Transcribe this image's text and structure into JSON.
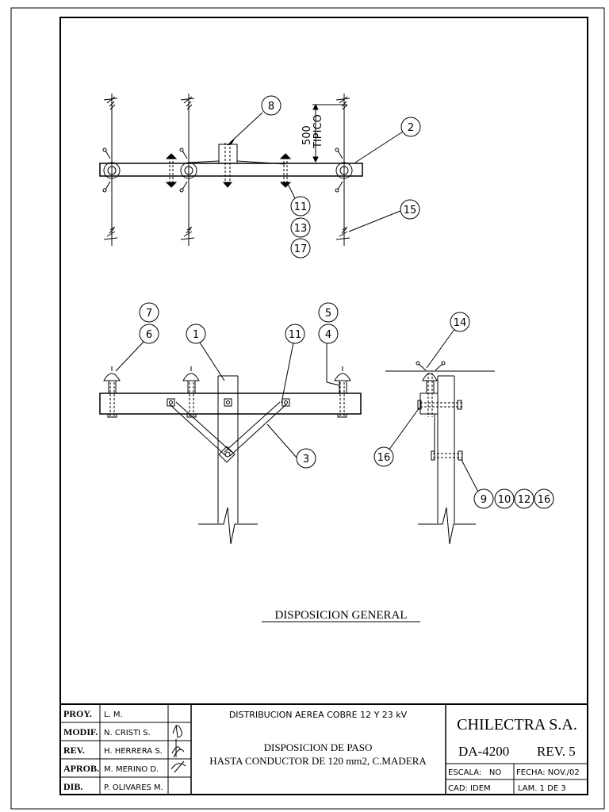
{
  "callouts": {
    "top_view": [
      "8",
      "2",
      "11",
      "13",
      "17",
      "15"
    ],
    "front_view": [
      "7",
      "6",
      "1",
      "11",
      "5",
      "4",
      "3"
    ],
    "side_view": [
      "14",
      "16",
      "9",
      "10",
      "12",
      "16"
    ]
  },
  "dimension": {
    "value": "500",
    "note": "TIPICO"
  },
  "drawing_title": "DISPOSICION GENERAL",
  "title_block": {
    "roles": [
      {
        "label": "PROY.",
        "name": "L. M."
      },
      {
        "label": "MODIF.",
        "name": "N. CRISTI S."
      },
      {
        "label": "REV.",
        "name": "H. HERRERA S."
      },
      {
        "label": "APROB.",
        "name": "M. MERINO D."
      },
      {
        "label": "DIB.",
        "name": "P. OLIVARES M."
      }
    ],
    "subject": "DISTRIBUCION AEREA COBRE 12 Y 23 kV",
    "title_line1": "DISPOSICION DE PASO",
    "title_line2": "HASTA CONDUCTOR DE 120 mm2, C.MADERA",
    "company": "CHILECTRA S.A.",
    "drawing_number": "DA-4200",
    "revision": "REV. 5",
    "scale": "ESCALA:   NO",
    "date": "FECHA: NOV./02",
    "cad": "CAD: IDEM",
    "sheet": "LAM. 1 DE 3"
  }
}
